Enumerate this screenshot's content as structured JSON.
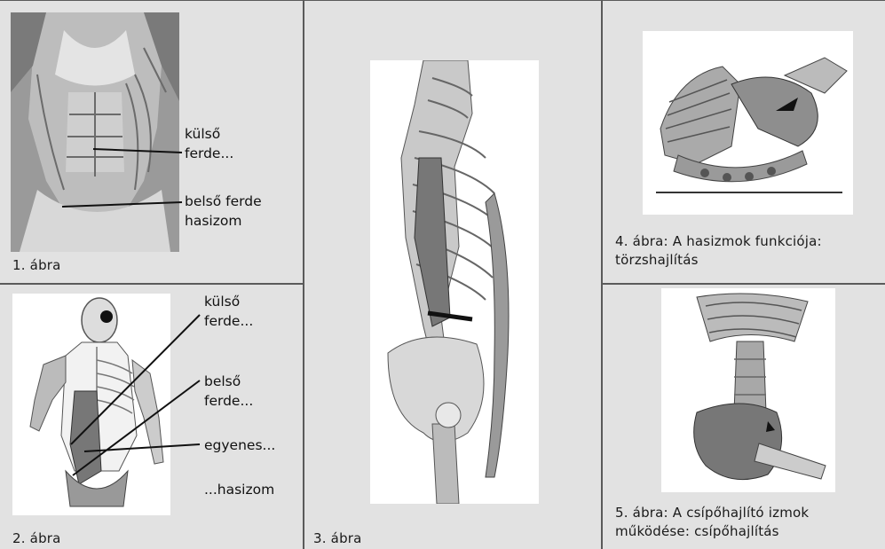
{
  "figures": [
    {
      "caption": "1. ábra",
      "labels": [
        {
          "line1": "külső",
          "line2": "ferde..."
        },
        {
          "line1": "belső ferde",
          "line2": "hasizom"
        }
      ]
    },
    {
      "caption": "2. ábra",
      "labels": [
        {
          "line1": "külső",
          "line2": "ferde..."
        },
        {
          "line1": "belső",
          "line2": "ferde..."
        },
        {
          "line1": "egyenes..."
        },
        {
          "line1": "...hasizom"
        }
      ]
    },
    {
      "caption": "3. ábra"
    },
    {
      "caption_line1": "4. ábra: A hasizmok funkciója:",
      "caption_line2": "törzshajlítás"
    },
    {
      "caption_line1": "5. ábra: A csípőhajlító izmok",
      "caption_line2": "működése: csípőhajlítás"
    }
  ]
}
